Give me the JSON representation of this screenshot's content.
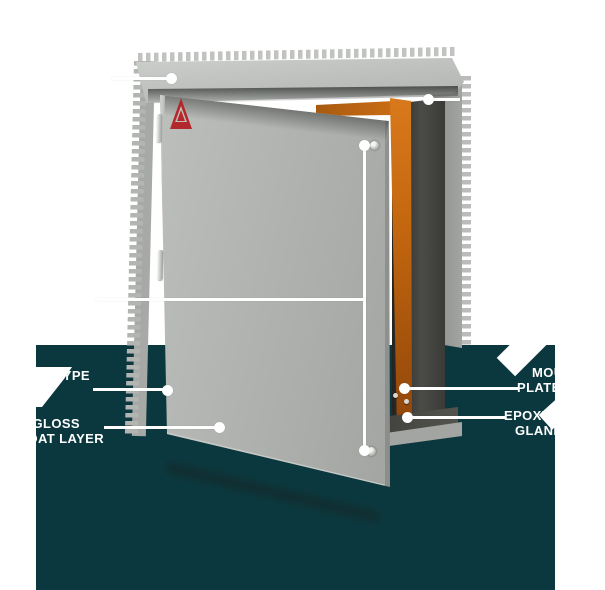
{
  "scene": {
    "description": "Feature callout diagram of a gray sheet-metal electrical enclosure with its door open, standing on a dark teal background panel",
    "colors": {
      "background": "#ffffff",
      "panel_teal": "#0b383e",
      "callout_white": "#ffffff",
      "door_gray": "#b0b3af",
      "seal_orange": "#c2660f",
      "logo_red": "#b3282c"
    }
  },
  "callouts": {
    "left": [
      {
        "id": "door-type",
        "label": "TYPE"
      },
      {
        "id": "coating",
        "label_line1": "GLOSS",
        "label_line2": "COAT LAYER"
      }
    ],
    "right": [
      {
        "id": "mounting-plate",
        "label_line1": "MOUNTING",
        "label_line2": "PLATE"
      },
      {
        "id": "gland-plate",
        "label_line1": "EPOXY",
        "label_line2": "GLAND"
      }
    ]
  }
}
